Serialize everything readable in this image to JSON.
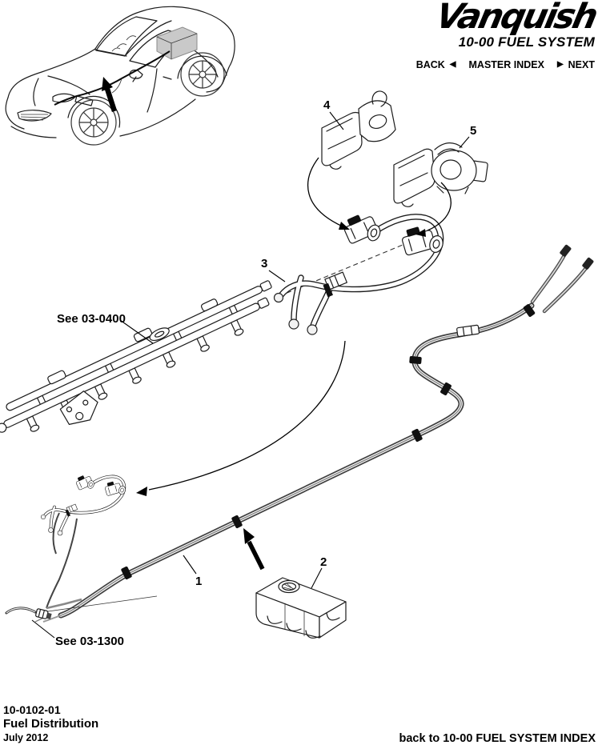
{
  "header": {
    "logo_text": "Vanquish",
    "section_title": "10-00 FUEL SYSTEM",
    "nav": {
      "back_label": "BACK",
      "back_arrow": "◀",
      "master_index_label": "MASTER INDEX",
      "next_arrow": "▶",
      "next_label": "NEXT"
    }
  },
  "diagram": {
    "callouts": [
      "1",
      "2",
      "3",
      "4",
      "5"
    ],
    "references": {
      "fuel_rail": "See 03-0400",
      "fuel_hose": "See 03-1300"
    }
  },
  "footer": {
    "doc_number": "10-0102-01",
    "doc_title": "Fuel Distribution",
    "date": "July 2012",
    "index_link": "back to 10-00 FUEL SYSTEM INDEX"
  },
  "colors": {
    "ink": "#000000",
    "pipe_dark": "#3f3f3f",
    "pipe_light": "#d9d9d9",
    "clip_black": "#101010",
    "tank_gray": "#c9c9c9"
  }
}
